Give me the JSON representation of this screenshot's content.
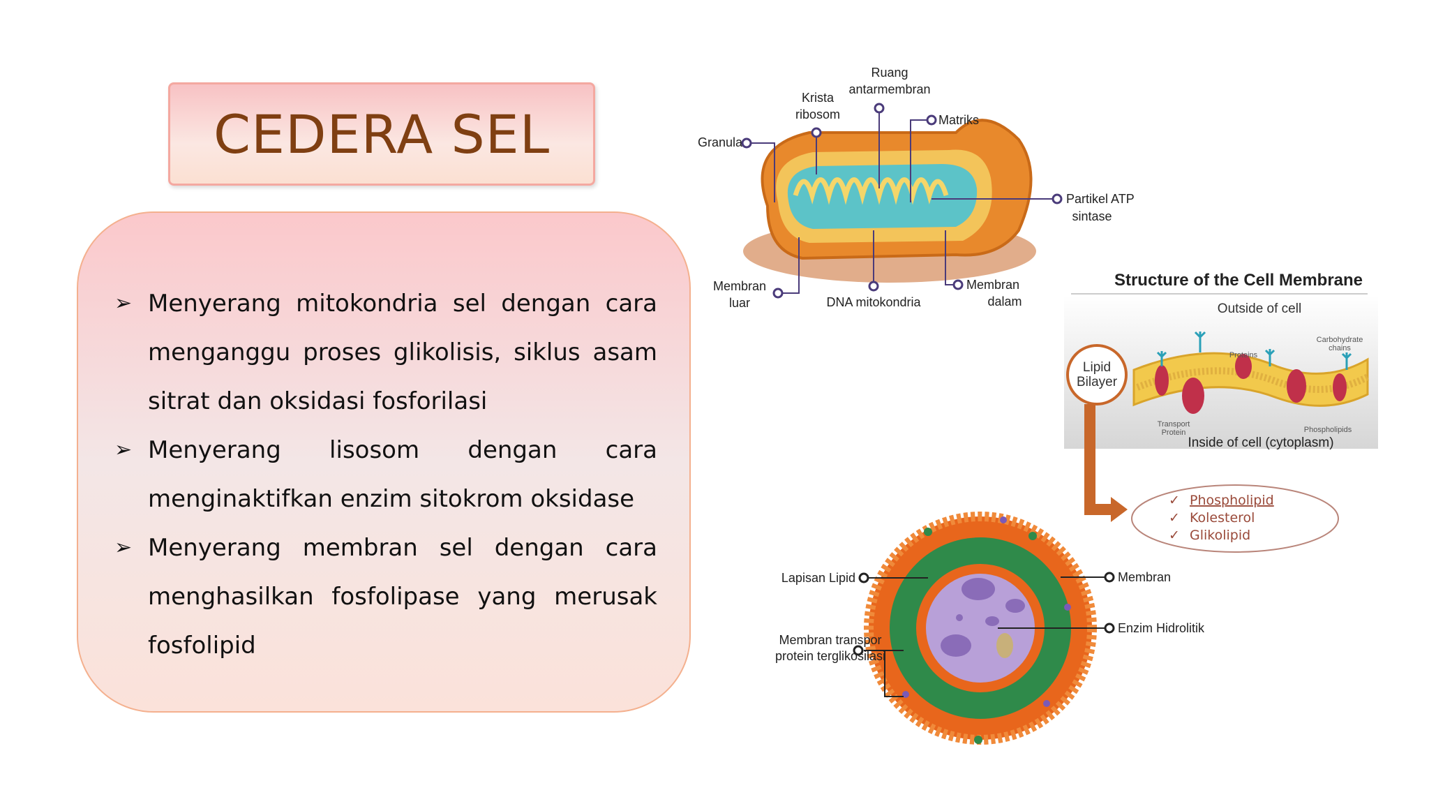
{
  "title": "CEDERA SEL",
  "bullets": [
    "Menyerang mitokondria sel dengan cara menganggu proses glikolisis, siklus asam sitrat dan oksidasi fosforilasi",
    "Menyerang lisosom dengan cara menginaktifkan enzim sitokrom oksidase",
    "Menyerang membran sel dengan cara menghasilkan fosfolipase yang merusak fosfolipid"
  ],
  "mitochondria": {
    "ruang_line1": "Ruang",
    "ruang_line2": "antarmembran",
    "krista_line1": "Krista",
    "krista_line2": "ribosom",
    "matriks": "Matriks",
    "granula": "Granula",
    "atp_line1": "Partikel ATP",
    "atp_line2": "sintase",
    "membran_luar_line1": "Membran",
    "membran_luar_line2": "luar",
    "dna": "DNA mitokondria",
    "membran_dalam_line1": "Membran",
    "membran_dalam_line2": "dalam"
  },
  "cell_membrane": {
    "title": "Structure of the Cell Membrane",
    "outside": "Outside of cell",
    "inside": "Inside of cell (cytoplasm)",
    "lipid_line1": "Lipid",
    "lipid_line2": "Bilayer",
    "proteins": "Proteins",
    "carbohydrate_line1": "Carbohydrate",
    "carbohydrate_line2": "chains",
    "transport_line1": "Transport",
    "transport_line2": "Protein",
    "phospholipids": "Phospholipids",
    "components": [
      "Phospholipid",
      "Kolesterol",
      "Glikolipid"
    ]
  },
  "lysosome": {
    "lapisan": "Lapisan Lipid",
    "membran": "Membran",
    "enzim": "Enzim Hidrolitik",
    "transpor_line1": "Membran transpor",
    "transpor_line2": "protein terglikosilasi"
  }
}
